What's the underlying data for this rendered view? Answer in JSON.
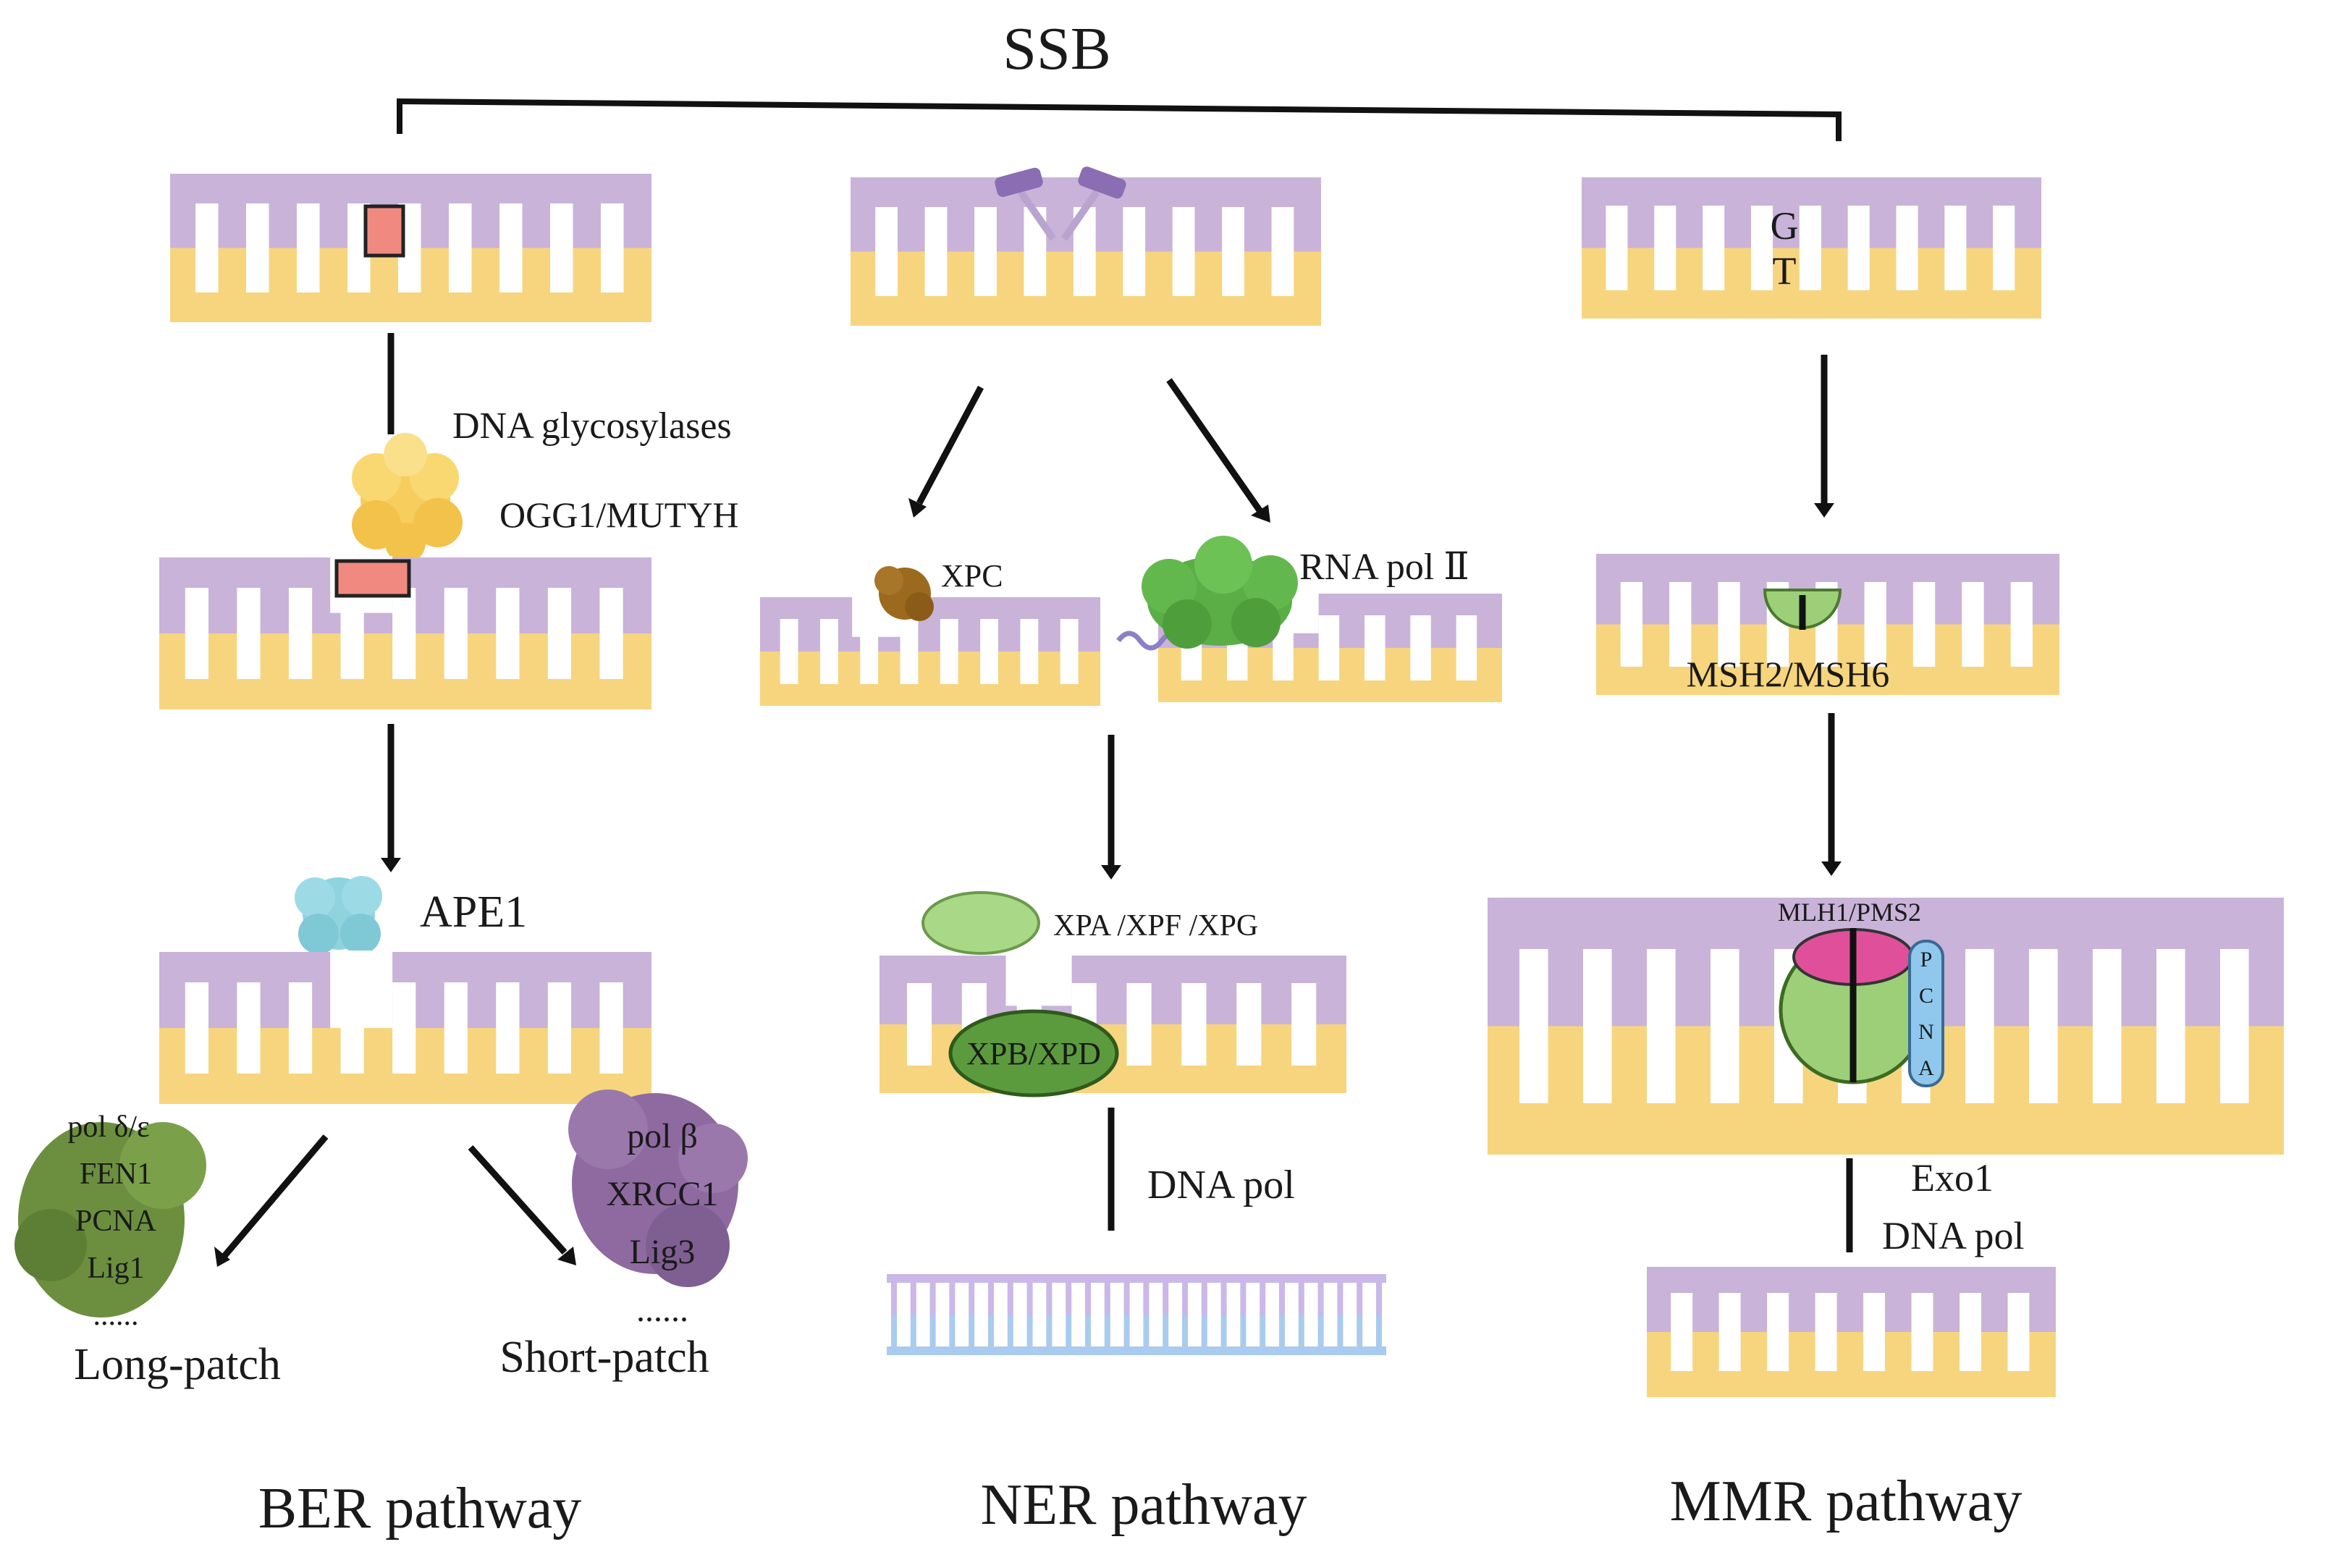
{
  "title": "SSB",
  "colors": {
    "strand_top": "#c9b3d9",
    "strand_bottom": "#f7d57e",
    "lesion": "#f08a80",
    "arrow": "#111111",
    "glycosylase": "#f7cd5e",
    "ape1": "#8fd3df",
    "long_patch_protein": "#6b8f3e",
    "short_patch_protein": "#8e6aa0",
    "xpc": "#9c6a1e",
    "rna_pol": "#5aae45",
    "xpa": "#a9d887",
    "xpb": "#5c9a3e",
    "msh": "#9ccf78",
    "mlh1": "#e0509a",
    "pcna": "#8fc8ec",
    "ner_result_top": "#c9b8e8",
    "ner_result_bottom": "#a9cbee"
  },
  "ber": {
    "enzyme_label": "DNA glycosylases",
    "enzyme_sub_label": "OGG1/MUTYH",
    "ape1_label": "APE1",
    "long_patch_protein_labels": [
      "pol δ/ε",
      "FEN1",
      "PCNA",
      "Lig1"
    ],
    "long_patch_dots": "......",
    "long_patch_label": "Long-patch",
    "short_patch_protein_labels": [
      "pol β",
      "XRCC1",
      "Lig3"
    ],
    "short_patch_dots": "......",
    "short_patch_label": "Short-patch",
    "pathway_label": "BER pathway"
  },
  "ner": {
    "xpc_label": "XPC",
    "rna_pol_label": "RNA pol Ⅱ",
    "xpa_label": "XPA /XPF /XPG",
    "xpb_label": "XPB/XPD",
    "dna_pol_label": "DNA pol",
    "pathway_label": "NER pathway"
  },
  "mmr": {
    "mismatch_top": "G",
    "mismatch_bottom": "T",
    "msh_label": "MSH2/MSH6",
    "mlh_label": "MLH1/PMS2",
    "pcna_letters": [
      "P",
      "C",
      "N",
      "A"
    ],
    "exo_label": "Exo1",
    "dna_pol_label": "DNA pol",
    "pathway_label": "MMR pathway"
  }
}
